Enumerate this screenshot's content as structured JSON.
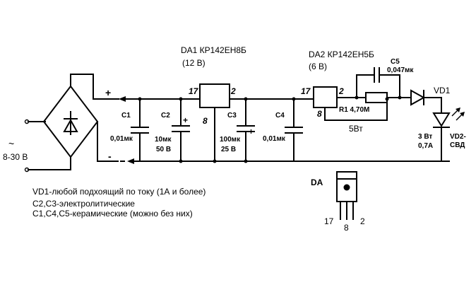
{
  "input": {
    "ac_symbol": "~",
    "voltage": "8-30 В",
    "plus": "+",
    "minus": "-"
  },
  "da1": {
    "name": "DA1 КР142ЕН8Б",
    "voltage": "(12 В)",
    "pin_in": "17",
    "pin_out": "2",
    "pin_gnd": "8"
  },
  "da2": {
    "name": "DA2 КР142ЕН5Б",
    "voltage": "(6 В)",
    "pin_in": "17",
    "pin_out": "2",
    "pin_gnd": "8"
  },
  "c1": {
    "name": "C1",
    "value": "0,01мк"
  },
  "c2": {
    "name": "C2",
    "value": "10мк",
    "rating": "50 В",
    "plus": "+"
  },
  "c3": {
    "name": "C3",
    "value": "100мк",
    "rating": "25 В",
    "plus": "+"
  },
  "c4": {
    "name": "C4",
    "value": "0,01мк"
  },
  "c5": {
    "name": "C5",
    "value": "0,047мк"
  },
  "r1": {
    "name": "R1 4,70М",
    "power": "5Вт"
  },
  "vd1": {
    "name": "VD1"
  },
  "vd2": {
    "name": "VD2-",
    "name2": "СВД",
    "power": "3 Вт",
    "current": "0,7А"
  },
  "package": {
    "name": "DA",
    "pin1": "17",
    "pin2": "8",
    "pin3": "2"
  },
  "notes": [
    "VD1-любой подхоящий по току (1А и более)",
    "C2,C3-электролитические",
    "C1,C4,C5-керамические (можно без них)"
  ]
}
